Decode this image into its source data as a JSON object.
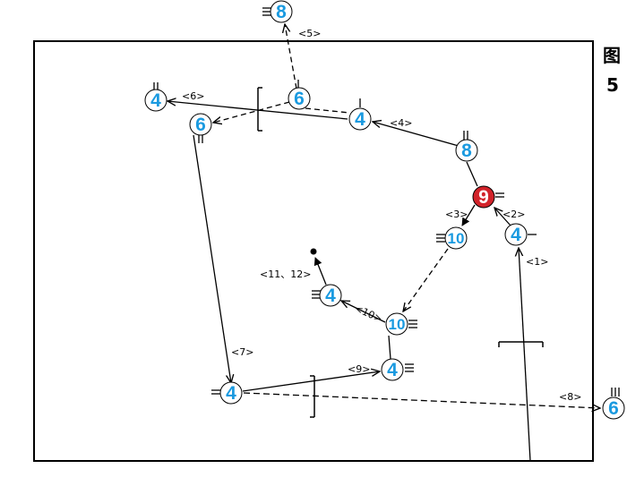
{
  "figure": {
    "char": "图",
    "number": "5"
  },
  "colors": {
    "circle_text": "#1a9ae0",
    "highlight_fill": "#d2232a",
    "highlight_text": "#ffffff",
    "line": "#000000"
  },
  "nodes": [
    {
      "id": "n8top",
      "label": "8"
    },
    {
      "id": "n4tl",
      "label": "4"
    },
    {
      "id": "n6mid",
      "label": "6"
    },
    {
      "id": "n6left",
      "label": "6"
    },
    {
      "id": "n4top",
      "label": "4"
    },
    {
      "id": "n8right",
      "label": "8"
    },
    {
      "id": "n9red",
      "label": "9",
      "highlight": true
    },
    {
      "id": "n10a",
      "label": "10"
    },
    {
      "id": "n4r",
      "label": "4"
    },
    {
      "id": "n4c",
      "label": "4"
    },
    {
      "id": "n10b",
      "label": "10"
    },
    {
      "id": "n4bc",
      "label": "4"
    },
    {
      "id": "n4bl",
      "label": "4"
    },
    {
      "id": "n6far",
      "label": "6"
    }
  ],
  "edge_labels": {
    "e1": "<1>",
    "e2": "<2>",
    "e3": "<3>",
    "e4": "<4>",
    "e5": "<5>",
    "e6": "<6>",
    "e7": "<7>",
    "e8": "<8>",
    "e9": "<9>",
    "e10": "<10>",
    "e11": "<11、12>"
  }
}
